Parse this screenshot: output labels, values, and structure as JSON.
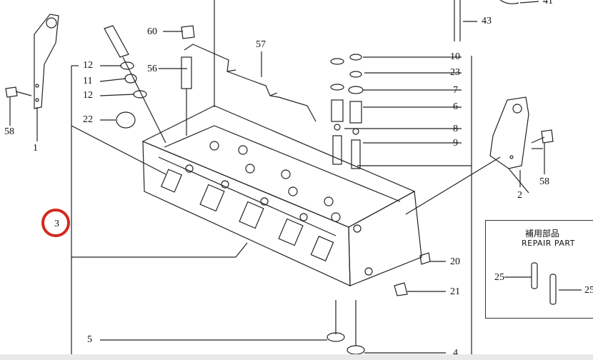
{
  "labels": {
    "l1": "1",
    "l2": "2",
    "l3": "3",
    "l4": "4",
    "l5": "5",
    "l6": "6",
    "l7": "7",
    "l8": "8",
    "l9": "9",
    "l10": "10",
    "l11": "11",
    "l12a": "12",
    "l12b": "12",
    "l20": "20",
    "l21": "21",
    "l22": "22",
    "l23": "23",
    "l25a": "25",
    "l25b": "25",
    "l41": "41",
    "l43": "43",
    "l56": "56",
    "l57": "57",
    "l58a": "58",
    "l58b": "58",
    "l60": "60"
  },
  "repair_box": {
    "title_cn": "補用部品",
    "title_en": "REPAIR PART"
  },
  "highlight": {
    "color": "#d12a1f",
    "target_label": "3"
  }
}
